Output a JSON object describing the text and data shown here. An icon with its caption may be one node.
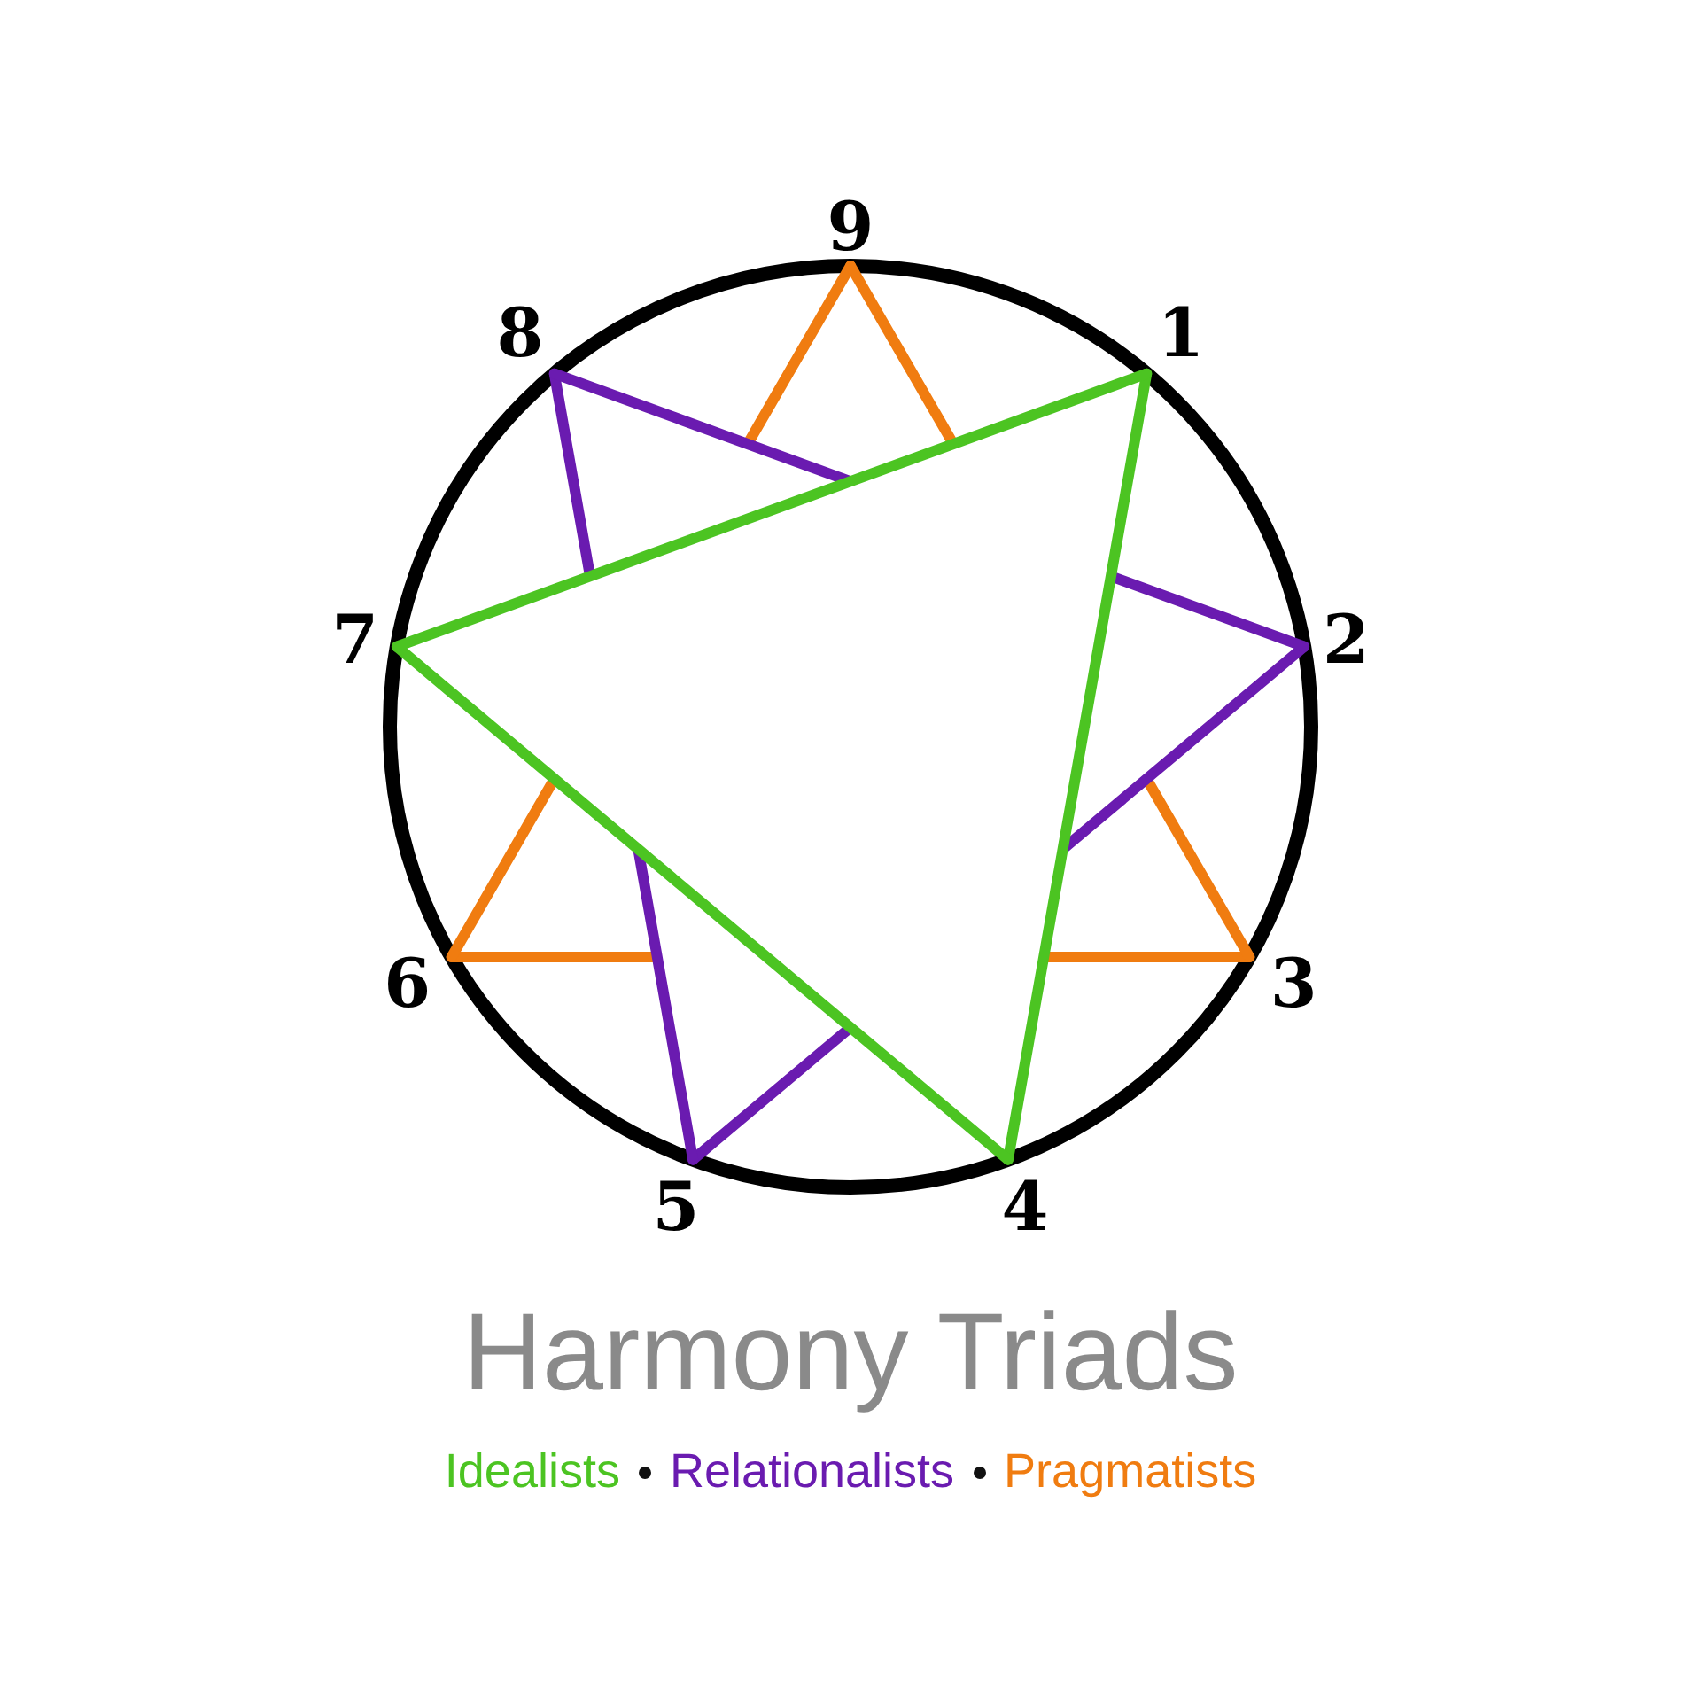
{
  "diagram": {
    "title": "Harmony Triads",
    "nodes": [
      {
        "text": [
          "9"
        ]
      },
      {
        "text": [
          "8"
        ]
      },
      {
        "text": [
          "1"
        ]
      },
      {
        "text": [
          "7"
        ]
      },
      {
        "text": [
          "2"
        ]
      },
      {
        "text": [
          "6"
        ]
      },
      {
        "text": [
          "3"
        ]
      },
      {
        "text": [
          "5"
        ]
      },
      {
        "text": [
          "4"
        ]
      }
    ],
    "edges": [
      {
        "from": 6,
        "to": 5,
        "arrow": "none",
        "color": "#f07c10"
      },
      {
        "from": 5,
        "to": 0,
        "arrow": "none",
        "color": "#f07c10"
      },
      {
        "from": 0,
        "to": 6,
        "arrow": "none",
        "color": "#f07c10"
      },
      {
        "from": 4,
        "to": 7,
        "arrow": "none",
        "color": "#6a1bb0"
      },
      {
        "from": 7,
        "to": 1,
        "arrow": "none",
        "color": "#6a1bb0"
      },
      {
        "from": 1,
        "to": 4,
        "arrow": "none",
        "color": "#6a1bb0"
      },
      {
        "from": 2,
        "to": 8,
        "arrow": "none",
        "color": "#4cc422"
      },
      {
        "from": 8,
        "to": 3,
        "arrow": "none",
        "color": "#4cc422"
      },
      {
        "from": 3,
        "to": 2,
        "arrow": "none",
        "color": "#4cc422"
      }
    ],
    "legend": [
      {
        "text": "Idealists",
        "color": "#4cc422"
      },
      {
        "text": "Relationalists",
        "color": "#6a1bb0"
      },
      {
        "text": "Pragmatists",
        "color": "#f07c10"
      }
    ]
  }
}
